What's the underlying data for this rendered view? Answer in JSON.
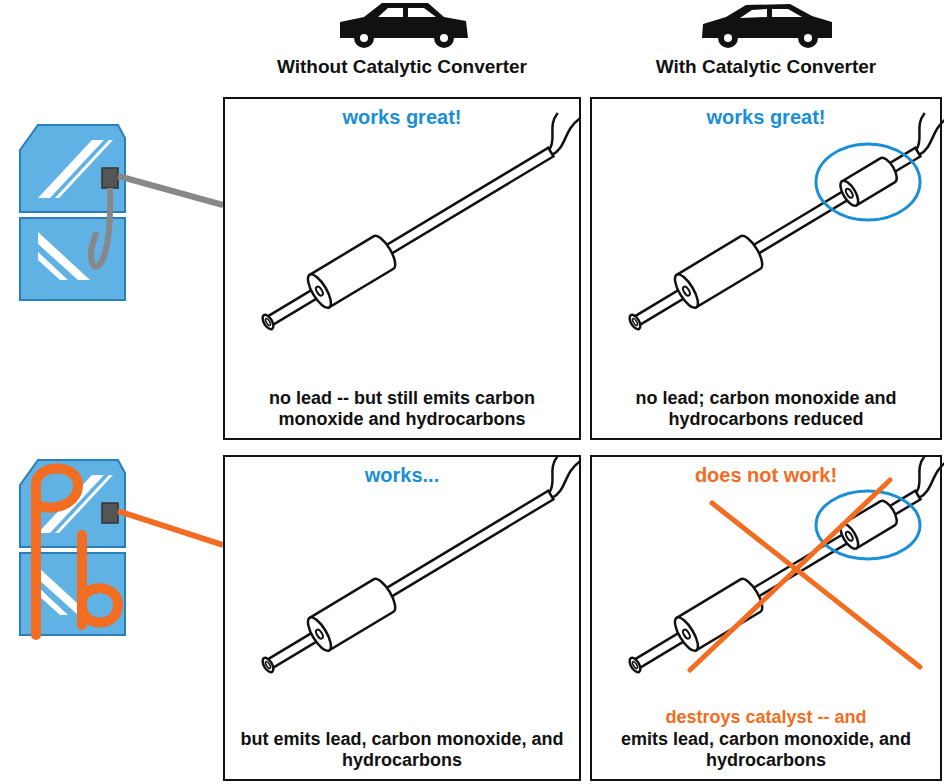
{
  "diagram": {
    "nodes": [
      {
        "text": [
          "works great!",
          "no lead -- but still emits carbon monoxide and hydrocarbons"
        ]
      },
      {
        "text": [
          "works great!",
          "no lead; carbon monoxide and hydrocarbons reduced"
        ]
      },
      {
        "text": [
          "works...",
          "but emits lead, carbon monoxide, and hydrocarbons"
        ]
      },
      {
        "text": [
          "does not work!",
          "destroys catalyst -- and",
          "emits lead, carbon monoxide, and hydrocarbons"
        ]
      }
    ],
    "labels": [
      "Without Catalytic Converter",
      "With Catalytic Converter"
    ]
  }
}
